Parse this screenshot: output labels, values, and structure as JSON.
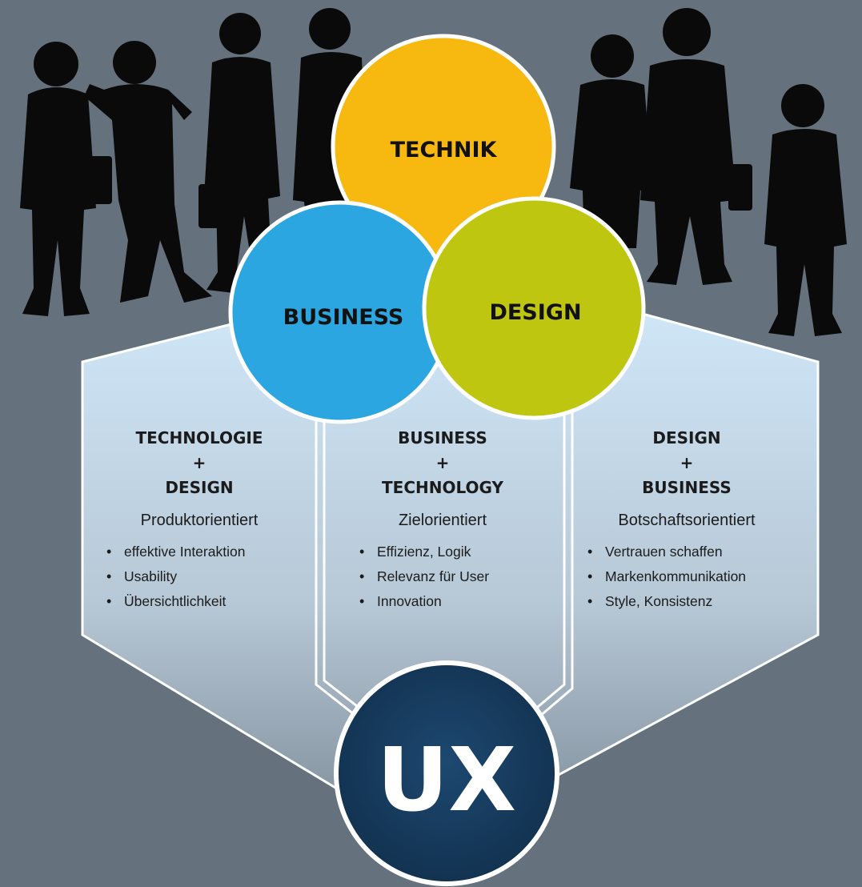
{
  "colors": {
    "background": "#65717c",
    "silhouette": "#0a0a0a",
    "technik": "#f7b90f",
    "business": "#2ba6e0",
    "design": "#bfc610",
    "ux": "#173b5c"
  },
  "circles": {
    "technik": "TECHNIK",
    "business": "BUSINESS",
    "design": "DESIGN",
    "ux": "UX"
  },
  "columns": [
    {
      "title": [
        "TECHNOLOGIE",
        "+",
        "DESIGN"
      ],
      "subtitle": "Produktorientiert",
      "bullets": [
        "effektive Interaktion",
        "Usability",
        "Übersichtlichkeit"
      ]
    },
    {
      "title": [
        "BUSINESS",
        "+",
        "TECHNOLOGY"
      ],
      "subtitle": "Zielorientiert",
      "bullets": [
        "Effizienz, Logik",
        "Relevanz für User",
        "Innovation"
      ]
    },
    {
      "title": [
        "DESIGN",
        "+",
        "BUSINESS"
      ],
      "subtitle": "Botschaftsorientiert",
      "bullets": [
        "Vertrauen schaffen",
        "Markenkommunikation",
        "Style, Konsistenz"
      ]
    }
  ]
}
